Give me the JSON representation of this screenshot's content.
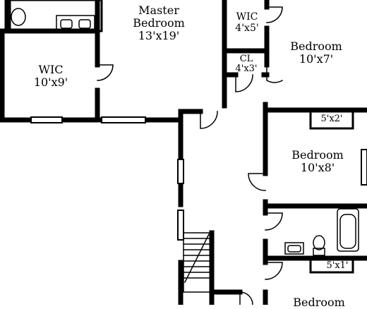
{
  "rooms": {
    "master": {
      "name": "Master Bedroom",
      "name_line1": "Master",
      "name_line2": "Bedroom",
      "dims": "13'x19'"
    },
    "wic_left": {
      "name": "WIC",
      "dims": "10'x9'"
    },
    "wic_top": {
      "name": "WIC",
      "dims": "4'x5'"
    },
    "closet": {
      "name": "CL",
      "dims": "4'x3'"
    },
    "bed_top_right": {
      "name": "Bedroom",
      "dims": "10'x7'"
    },
    "bed_mid_right": {
      "name": "Bedroom",
      "dims": "10'x8'"
    },
    "bed_bottom_right": {
      "name": "Bedroom"
    },
    "closet_mid": {
      "dims": "5'x2'"
    },
    "closet_bottom": {
      "dims": "5'x1'"
    }
  }
}
